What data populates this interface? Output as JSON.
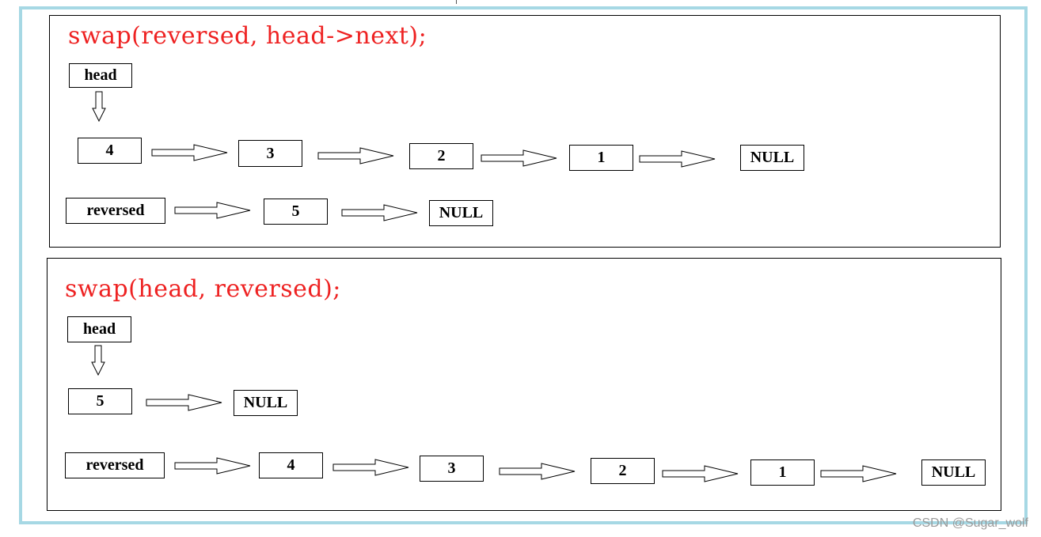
{
  "top_panel": {
    "code": "swap(reversed, head->next);",
    "head_label": "head",
    "reversed_label": "reversed",
    "head_list": [
      "4",
      "3",
      "2",
      "1",
      "NULL"
    ],
    "reversed_list": [
      "5",
      "NULL"
    ]
  },
  "bottom_panel": {
    "code": "swap(head, reversed);",
    "head_label": "head",
    "reversed_label": "reversed",
    "head_list": [
      "5",
      "NULL"
    ],
    "reversed_list": [
      "4",
      "3",
      "2",
      "1",
      "NULL"
    ]
  },
  "watermark": "CSDN @Sugar_wolf",
  "colors": {
    "code": "#ee2222",
    "frame": "#a6d8e4"
  }
}
